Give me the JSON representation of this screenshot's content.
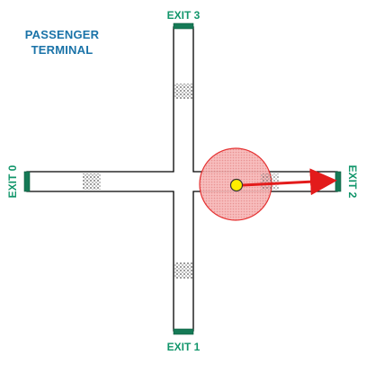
{
  "title": {
    "line1": "PASSENGER",
    "line2": "TERMINAL"
  },
  "exits": {
    "exit_0": "EXIT 0",
    "exit_1": "EXIT 1",
    "exit_2": "EXIT 2",
    "exit_3": "EXIT 3"
  },
  "colors": {
    "title": "#1a73a8",
    "exit_label": "#12966b",
    "exit_door": "#157a56",
    "corridor_stroke": "#000000",
    "corridor_fill": "#ffffff",
    "crowd": "#777777",
    "zone_fill": "#f4a6a6",
    "zone_stroke": "#e32222",
    "agent_fill": "#ffee00",
    "agent_stroke": "#333333",
    "arrow": "#e31b1b"
  }
}
